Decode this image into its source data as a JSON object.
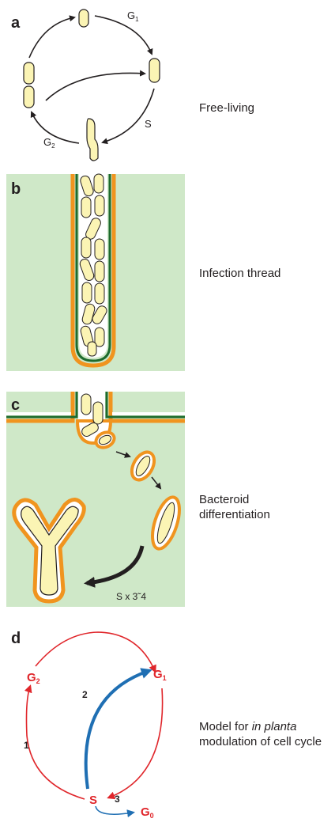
{
  "panels": {
    "a": {
      "letter": "a",
      "caption": "Free-living",
      "phase_g1_base": "G",
      "phase_g1_sub": "1",
      "phase_s": "S",
      "phase_g2_base": "G",
      "phase_g2_sub": "2"
    },
    "b": {
      "letter": "b",
      "caption": "Infection thread"
    },
    "c": {
      "letter": "c",
      "caption_line1": "Bacteroid",
      "caption_line2": "differentiation",
      "s_label": "S x 3˜4"
    },
    "d": {
      "letter": "d",
      "caption_line1_pre": "Model for ",
      "caption_line1_italic": "in planta",
      "caption_line2": "modulation of cell cycle",
      "g1_base": "G",
      "g1_sub": "1",
      "g2_base": "G",
      "g2_sub": "2",
      "s": "S",
      "g0_base": "G",
      "g0_sub": "0",
      "arrow1": "1",
      "arrow2": "2",
      "arrow3": "3"
    }
  },
  "colors": {
    "plant_cell_fill": "#cfe8c8",
    "thread_orange": "#f0941f",
    "thread_green": "#1e6b2e",
    "bacteria_fill": "#fbf4b4",
    "cycle_red": "#e0262b",
    "model_blue": "#1f6fb3",
    "arrow_black": "#231f20"
  }
}
